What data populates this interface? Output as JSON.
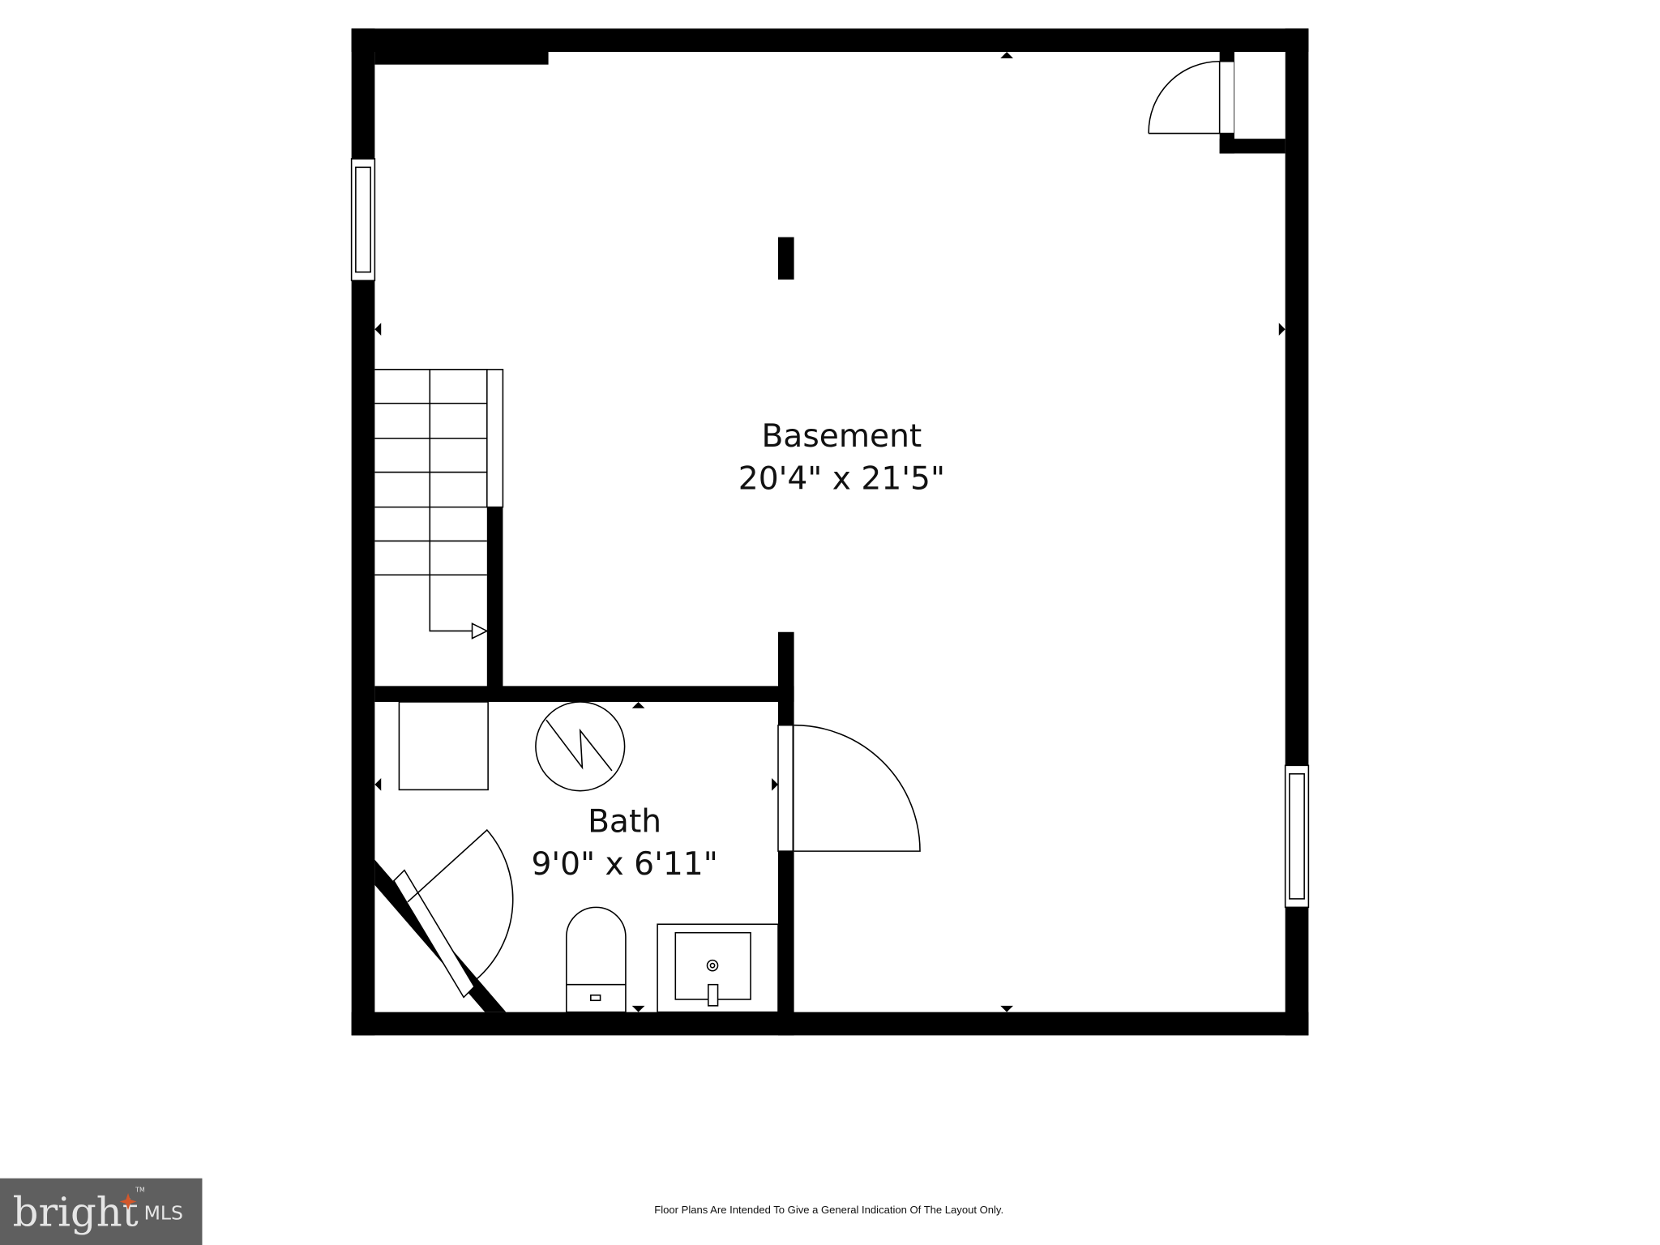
{
  "rooms": [
    {
      "name": "Basement",
      "dimensions": "20'4\" x 21'5\""
    },
    {
      "name": "Bath",
      "dimensions": "9'0\" x 6'11\""
    }
  ],
  "footer": {
    "disclaimer": "Floor Plans Are Intended To Give a General Indication Of The Layout Only."
  },
  "logo": {
    "text": "bright",
    "suffix": "MLS",
    "trademark": "TM",
    "background": "#5f5f5f",
    "accent": "#d4572a"
  },
  "colors": {
    "wall": "#000000",
    "background": "#ffffff"
  }
}
